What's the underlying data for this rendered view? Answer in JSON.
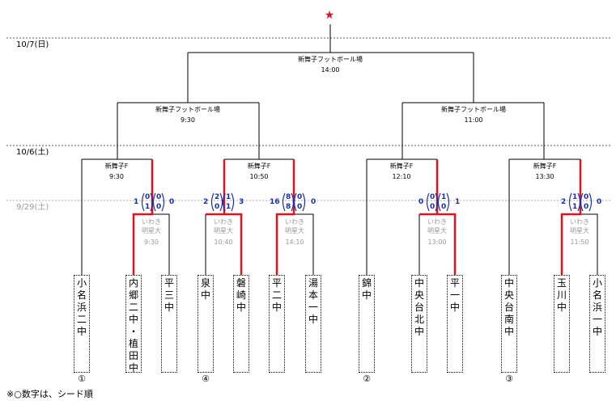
{
  "star_color": "#e0141e",
  "winner_color": "#e0141e",
  "score_color": "#1a2fb0",
  "dates": {
    "d1": "10/7(日)",
    "d2": "10/6(土)",
    "d3": "9/29(土)"
  },
  "final": {
    "venue": "新舞子フットボール場",
    "time": "14:00"
  },
  "semis": [
    {
      "venue": "新舞子フットボール場",
      "time": "9:30"
    },
    {
      "venue": "新舞子フットボール場",
      "time": "11:00"
    }
  ],
  "quarters": [
    {
      "venue": "新舞子F",
      "time": "9:30"
    },
    {
      "venue": "新舞子F",
      "time": "10:50"
    },
    {
      "venue": "新舞子F",
      "time": "12:10"
    },
    {
      "venue": "新舞子F",
      "time": "13:30"
    }
  ],
  "r1": [
    {
      "venue": "いわき明星大",
      "time": "9:30",
      "left": "1",
      "right": "0",
      "top": [
        "0",
        "0"
      ],
      "bottom": [
        "1",
        "0"
      ]
    },
    {
      "venue": "いわき明星大",
      "time": "10:40",
      "left": "2",
      "right": "3",
      "top": [
        "2",
        "1"
      ],
      "bottom": [
        "0",
        "1"
      ]
    },
    {
      "venue": "いわき明星大",
      "time": "14:10",
      "left": "16",
      "right": "0",
      "top": [
        "8",
        "0"
      ],
      "bottom": [
        "8",
        "0"
      ]
    },
    {
      "venue": "いわき明星大",
      "time": "13:00",
      "left": "0",
      "right": "1",
      "top": [
        "0",
        "1"
      ],
      "bottom": [
        "0",
        "0"
      ]
    },
    {
      "venue": "いわき明星大",
      "time": "11:50",
      "left": "2",
      "right": "0",
      "top": [
        "1",
        "0"
      ],
      "bottom": [
        "1",
        "0"
      ]
    }
  ],
  "teams": [
    "小名浜二中",
    "内郷二中・植田中",
    "平三中",
    "泉中",
    "磐崎中",
    "平二中",
    "湯本一中",
    "錦中",
    "中央台北中",
    "平一中",
    "中央台南中",
    "玉川中",
    "小名浜一中"
  ],
  "seeds": [
    "①",
    "④",
    "②",
    "③"
  ],
  "note": "※○数字は、シード順"
}
